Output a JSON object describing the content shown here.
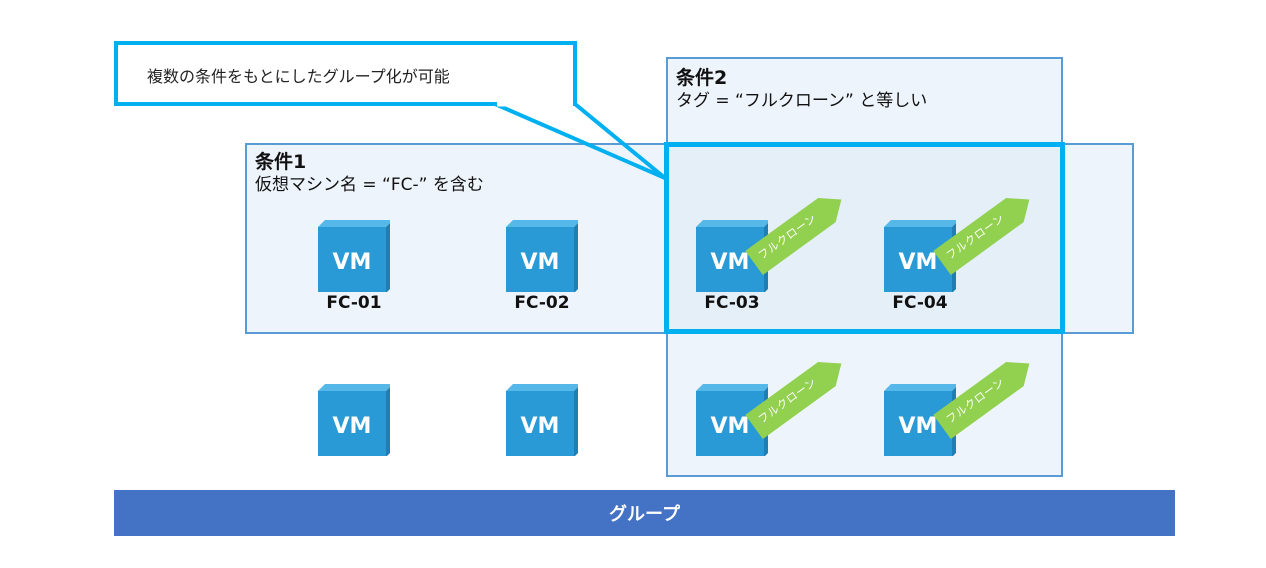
{
  "callout": {
    "text": "複数の条件をもとにしたグループ化が可能",
    "border_color": "#00b0f0"
  },
  "condition1": {
    "title": "条件1",
    "description": "仮想マシン名 = “FC-” を含む"
  },
  "condition2": {
    "title": "条件2",
    "description": "タグ = “フルクローン” と等しい"
  },
  "colors": {
    "box_border": "#5b9bd5",
    "box_fill": "#edf4fb",
    "highlight": "#00b0f0",
    "vm_blue": "#2a9ad6",
    "tag_green": "#92d050",
    "group_bar": "#4472c4"
  },
  "vms": [
    {
      "icon_text": "VM",
      "name": "FC-01",
      "tag": null
    },
    {
      "icon_text": "VM",
      "name": "FC-02",
      "tag": null
    },
    {
      "icon_text": "VM",
      "name": "FC-03",
      "tag": "フルクローン"
    },
    {
      "icon_text": "VM",
      "name": "FC-04",
      "tag": "フルクローン"
    },
    {
      "icon_text": "VM",
      "name": "",
      "tag": null
    },
    {
      "icon_text": "VM",
      "name": "",
      "tag": null
    },
    {
      "icon_text": "VM",
      "name": "",
      "tag": "フルクローン"
    },
    {
      "icon_text": "VM",
      "name": "",
      "tag": "フルクローン"
    }
  ],
  "group": {
    "label": "グループ"
  }
}
